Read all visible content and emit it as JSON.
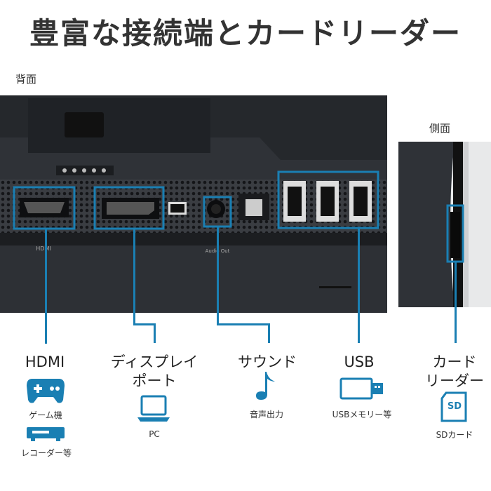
{
  "title": "豊富な接続端とカードリーダー",
  "labels": {
    "rear": "背面",
    "side": "側面"
  },
  "port_markings": [
    "HDMI",
    "Audio Out"
  ],
  "categories": [
    {
      "name": "HDMI",
      "icon": "gamepad-icon",
      "captions": [
        "ゲーム機",
        "レコーダー等"
      ]
    },
    {
      "name": "ディスプレイ\nポート",
      "icon": "laptop-icon",
      "captions": [
        "PC"
      ]
    },
    {
      "name": "サウンド",
      "icon": "music-note-icon",
      "captions": [
        "音声出力"
      ]
    },
    {
      "name": "USB",
      "icon": "usb-drive-icon",
      "captions": [
        "USBメモリー等"
      ]
    },
    {
      "name": "カード\nリーダー",
      "icon": "sd-card-icon",
      "captions": [
        "SDカード"
      ]
    }
  ],
  "sd_label": "SD",
  "colors": {
    "accent": "#1a7fb3",
    "panel": "#2b2e33",
    "text": "#333333"
  }
}
